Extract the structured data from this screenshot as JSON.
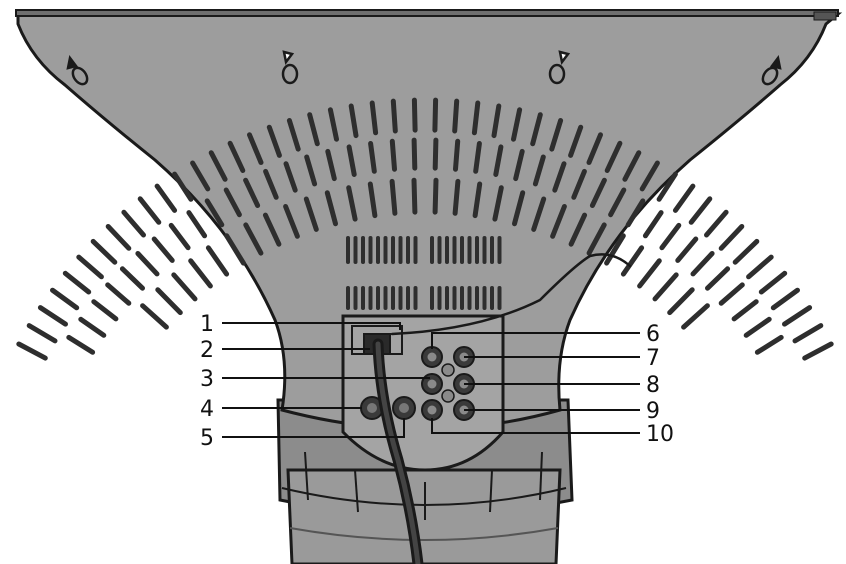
{
  "colors": {
    "body": "#9d9d9d",
    "body_dark": "#6f6f6f",
    "outline": "#1a1a1a",
    "slot": "#3a3a3a",
    "cable": "#2a2a2a",
    "background": "#ffffff"
  },
  "callouts": [
    {
      "id": "1",
      "label": "1"
    },
    {
      "id": "2",
      "label": "2"
    },
    {
      "id": "3",
      "label": "3"
    },
    {
      "id": "4",
      "label": "4"
    },
    {
      "id": "5",
      "label": "5"
    },
    {
      "id": "6",
      "label": "6"
    },
    {
      "id": "7",
      "label": "7"
    },
    {
      "id": "8",
      "label": "8"
    },
    {
      "id": "9",
      "label": "9"
    },
    {
      "id": "10",
      "label": "10"
    }
  ]
}
